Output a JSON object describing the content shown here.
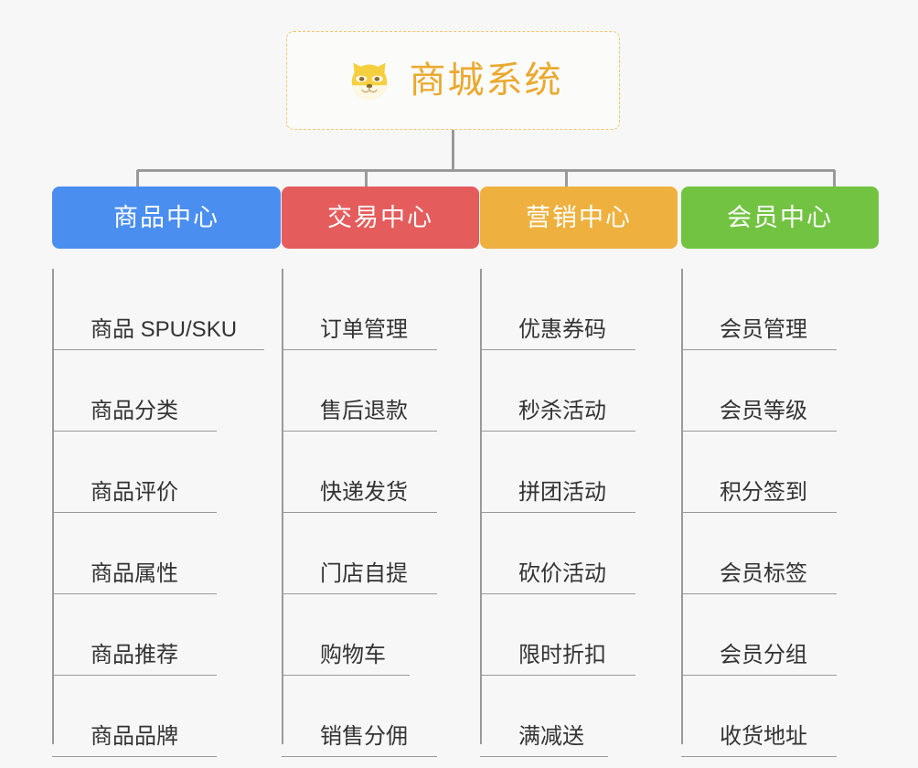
{
  "diagram": {
    "type": "org-chart",
    "background_color": "#f7f7f7",
    "connector_color": "#9a9a9a"
  },
  "root": {
    "icon": "shiba-dog-face-icon",
    "title": "商城系统",
    "text_color": "#eaa92f",
    "border_color": "#f2c469"
  },
  "branches": [
    {
      "label": "商品中心",
      "color": "#4a8ef0",
      "items": [
        {
          "label": "商品 SPU/SKU"
        },
        {
          "label": "商品分类"
        },
        {
          "label": "商品评价"
        },
        {
          "label": "商品属性"
        },
        {
          "label": "商品推荐"
        },
        {
          "label": "商品品牌"
        }
      ]
    },
    {
      "label": "交易中心",
      "color": "#e55c5c",
      "items": [
        {
          "label": "订单管理"
        },
        {
          "label": "售后退款"
        },
        {
          "label": "快递发货"
        },
        {
          "label": "门店自提"
        },
        {
          "label": "购物车"
        },
        {
          "label": "销售分佣"
        }
      ]
    },
    {
      "label": "营销中心",
      "color": "#eeb13f",
      "items": [
        {
          "label": "优惠券码"
        },
        {
          "label": "秒杀活动"
        },
        {
          "label": "拼团活动"
        },
        {
          "label": "砍价活动"
        },
        {
          "label": "限时折扣"
        },
        {
          "label": "满减送"
        }
      ]
    },
    {
      "label": "会员中心",
      "color": "#72c342",
      "items": [
        {
          "label": "会员管理"
        },
        {
          "label": "会员等级"
        },
        {
          "label": "积分签到"
        },
        {
          "label": "会员标签"
        },
        {
          "label": "会员分组"
        },
        {
          "label": "收货地址"
        }
      ]
    }
  ]
}
